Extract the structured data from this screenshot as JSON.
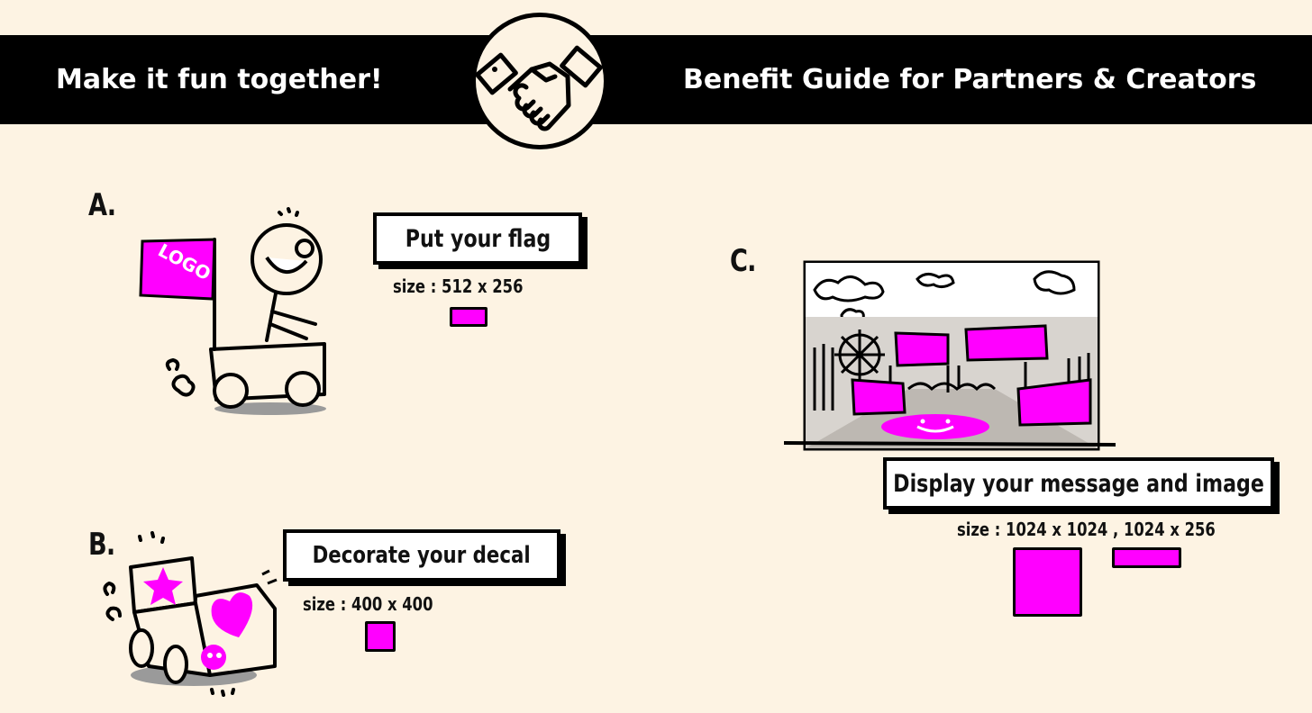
{
  "header": {
    "left_text": "Make it fun together!",
    "right_text": "Benefit Guide for Partners & Creators",
    "emblem_icon": "handshake-icon"
  },
  "sections": {
    "a": {
      "letter": "A.",
      "callout": "Put your flag",
      "size": "size : 512 x 256",
      "flag_text": "LOGO"
    },
    "b": {
      "letter": "B.",
      "callout": "Decorate your decal",
      "size": "size : 400 x 400"
    },
    "c": {
      "letter": "C.",
      "callout": "Display your message and image",
      "size": "size : 1024 x 1024 , 1024 x 256"
    }
  },
  "colors": {
    "background": "#fdf3e3",
    "accent": "#ff00ff",
    "banner": "#000000"
  }
}
